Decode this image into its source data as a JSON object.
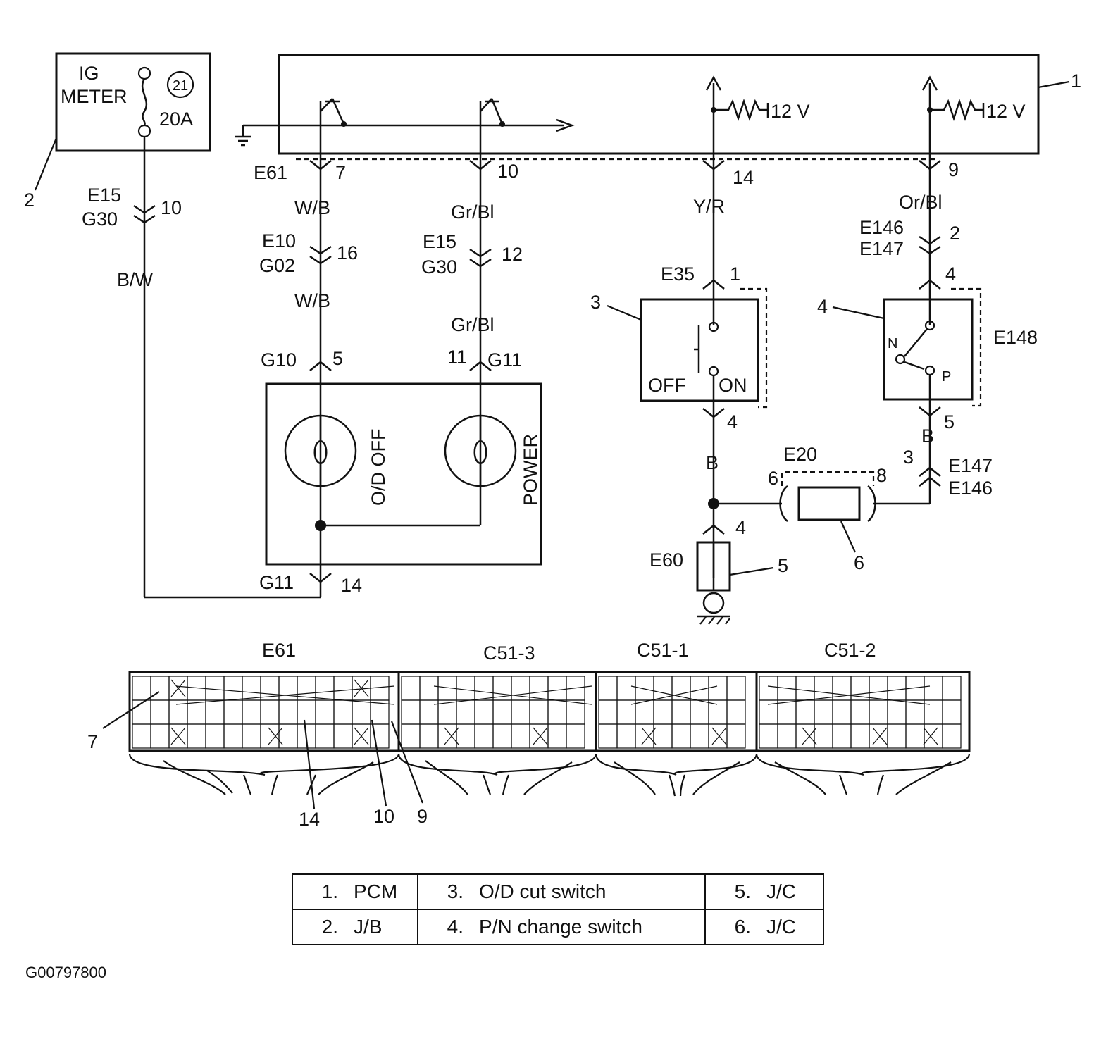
{
  "callouts": {
    "c1": "1",
    "c2": "2",
    "c3": "3",
    "c4": "4",
    "c5": "5",
    "c6": "6",
    "c7": "7",
    "c9": "9",
    "c10": "10",
    "c14": "14"
  },
  "fuse": {
    "line1": "IG",
    "line2": "METER",
    "number": "21",
    "rating": "20A"
  },
  "pcm": {
    "v1": "12 V",
    "v2": "12 V"
  },
  "connectors": {
    "e61": "E61",
    "e61_p7": "7",
    "e61_p10": "10",
    "e61_p14": "14",
    "e61_p9": "9",
    "e15_a": "E15",
    "g30_a": "G30",
    "pin10_a": "10",
    "e10": "E10",
    "g02": "G02",
    "pin16": "16",
    "e15_b": "E15",
    "g30_b": "G30",
    "pin12": "12",
    "g10": "G10",
    "pin5_g10": "5",
    "pin11": "11",
    "g11_top": "G11",
    "g11_bot": "G11",
    "pin14_g11": "14",
    "e35": "E35",
    "pin1_e35": "1",
    "pin4_e35": "4",
    "e146_a": "E146",
    "e147_a": "E147",
    "pin2": "2",
    "pin4_e148": "4",
    "e148": "E148",
    "pin5_e148": "5",
    "pin3": "3",
    "e147_b": "E147",
    "e146_b": "E146",
    "e20": "E20",
    "pin6_e20": "6",
    "pin8_e20": "8",
    "pin4_e60": "4",
    "e60": "E60"
  },
  "wires": {
    "bw": "B/W",
    "wb_1": "W/B",
    "wb_2": "W/B",
    "grbl_1": "Gr/Bl",
    "grbl_2": "Gr/Bl",
    "yr": "Y/R",
    "orbl": "Or/Bl",
    "b_1": "B",
    "b_2": "B"
  },
  "lamps": {
    "od_off": "O/D OFF",
    "power": "POWER"
  },
  "switches": {
    "off": "OFF",
    "on": "ON",
    "n": "N",
    "p": "P"
  },
  "connector_headers": {
    "e61": "E61",
    "c51_3": "C51-3",
    "c51_1": "C51-1",
    "c51_2": "C51-2"
  },
  "legend": [
    [
      {
        "num": "1.",
        "label": "PCM"
      },
      {
        "num": "3.",
        "label": "O/D cut switch"
      },
      {
        "num": "5.",
        "label": "J/C"
      }
    ],
    [
      {
        "num": "2.",
        "label": "J/B"
      },
      {
        "num": "4.",
        "label": "P/N change switch"
      },
      {
        "num": "6.",
        "label": "J/C"
      }
    ]
  ],
  "figure_id": "G00797800"
}
